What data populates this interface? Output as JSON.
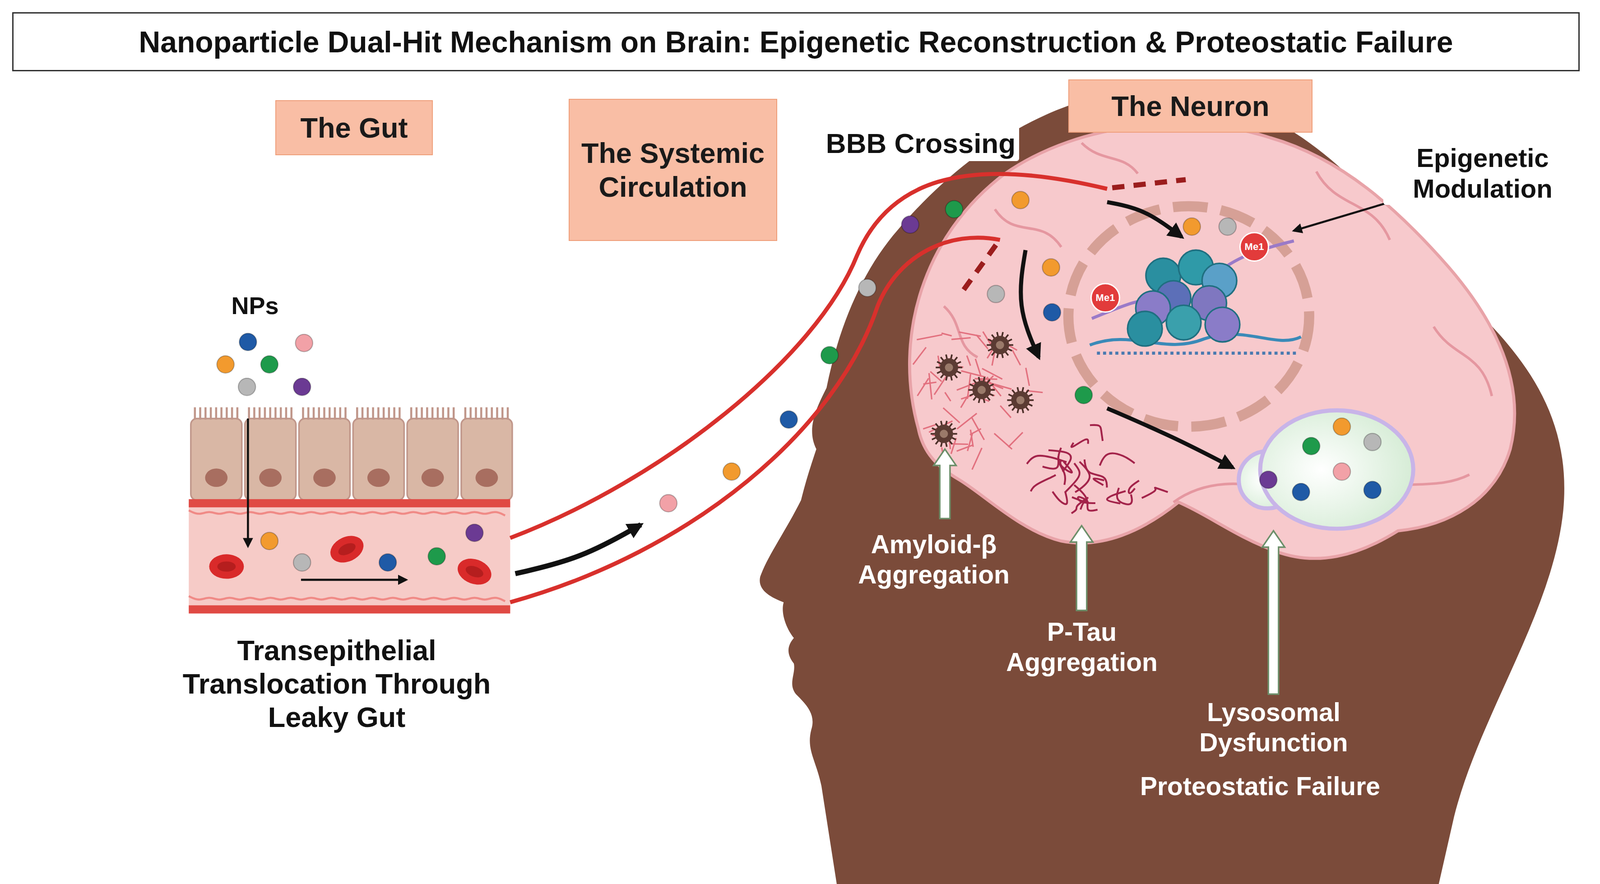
{
  "diagram": {
    "title": "Nanoparticle Dual-Hit Mechanism on Brain: Epigenetic Reconstruction & Proteostatic Failure",
    "nodes": [
      {
        "text": [
          "The Gut"
        ]
      },
      {
        "text": [
          "The Systemic Circulation"
        ]
      },
      {
        "text": [
          "The Neuron"
        ]
      },
      {
        "text": [
          "Me1"
        ]
      },
      {
        "text": [
          "Me1"
        ]
      }
    ],
    "labels": [
      "NPs",
      "Transepithelial Translocation Through Leaky Gut",
      "BBB Crossing",
      "Epigenetic Modulation",
      "Amyloid-β Aggregation",
      "P-Tau Aggregation",
      "Lysosomal Dysfunction",
      "Proteostatic Failure"
    ]
  }
}
